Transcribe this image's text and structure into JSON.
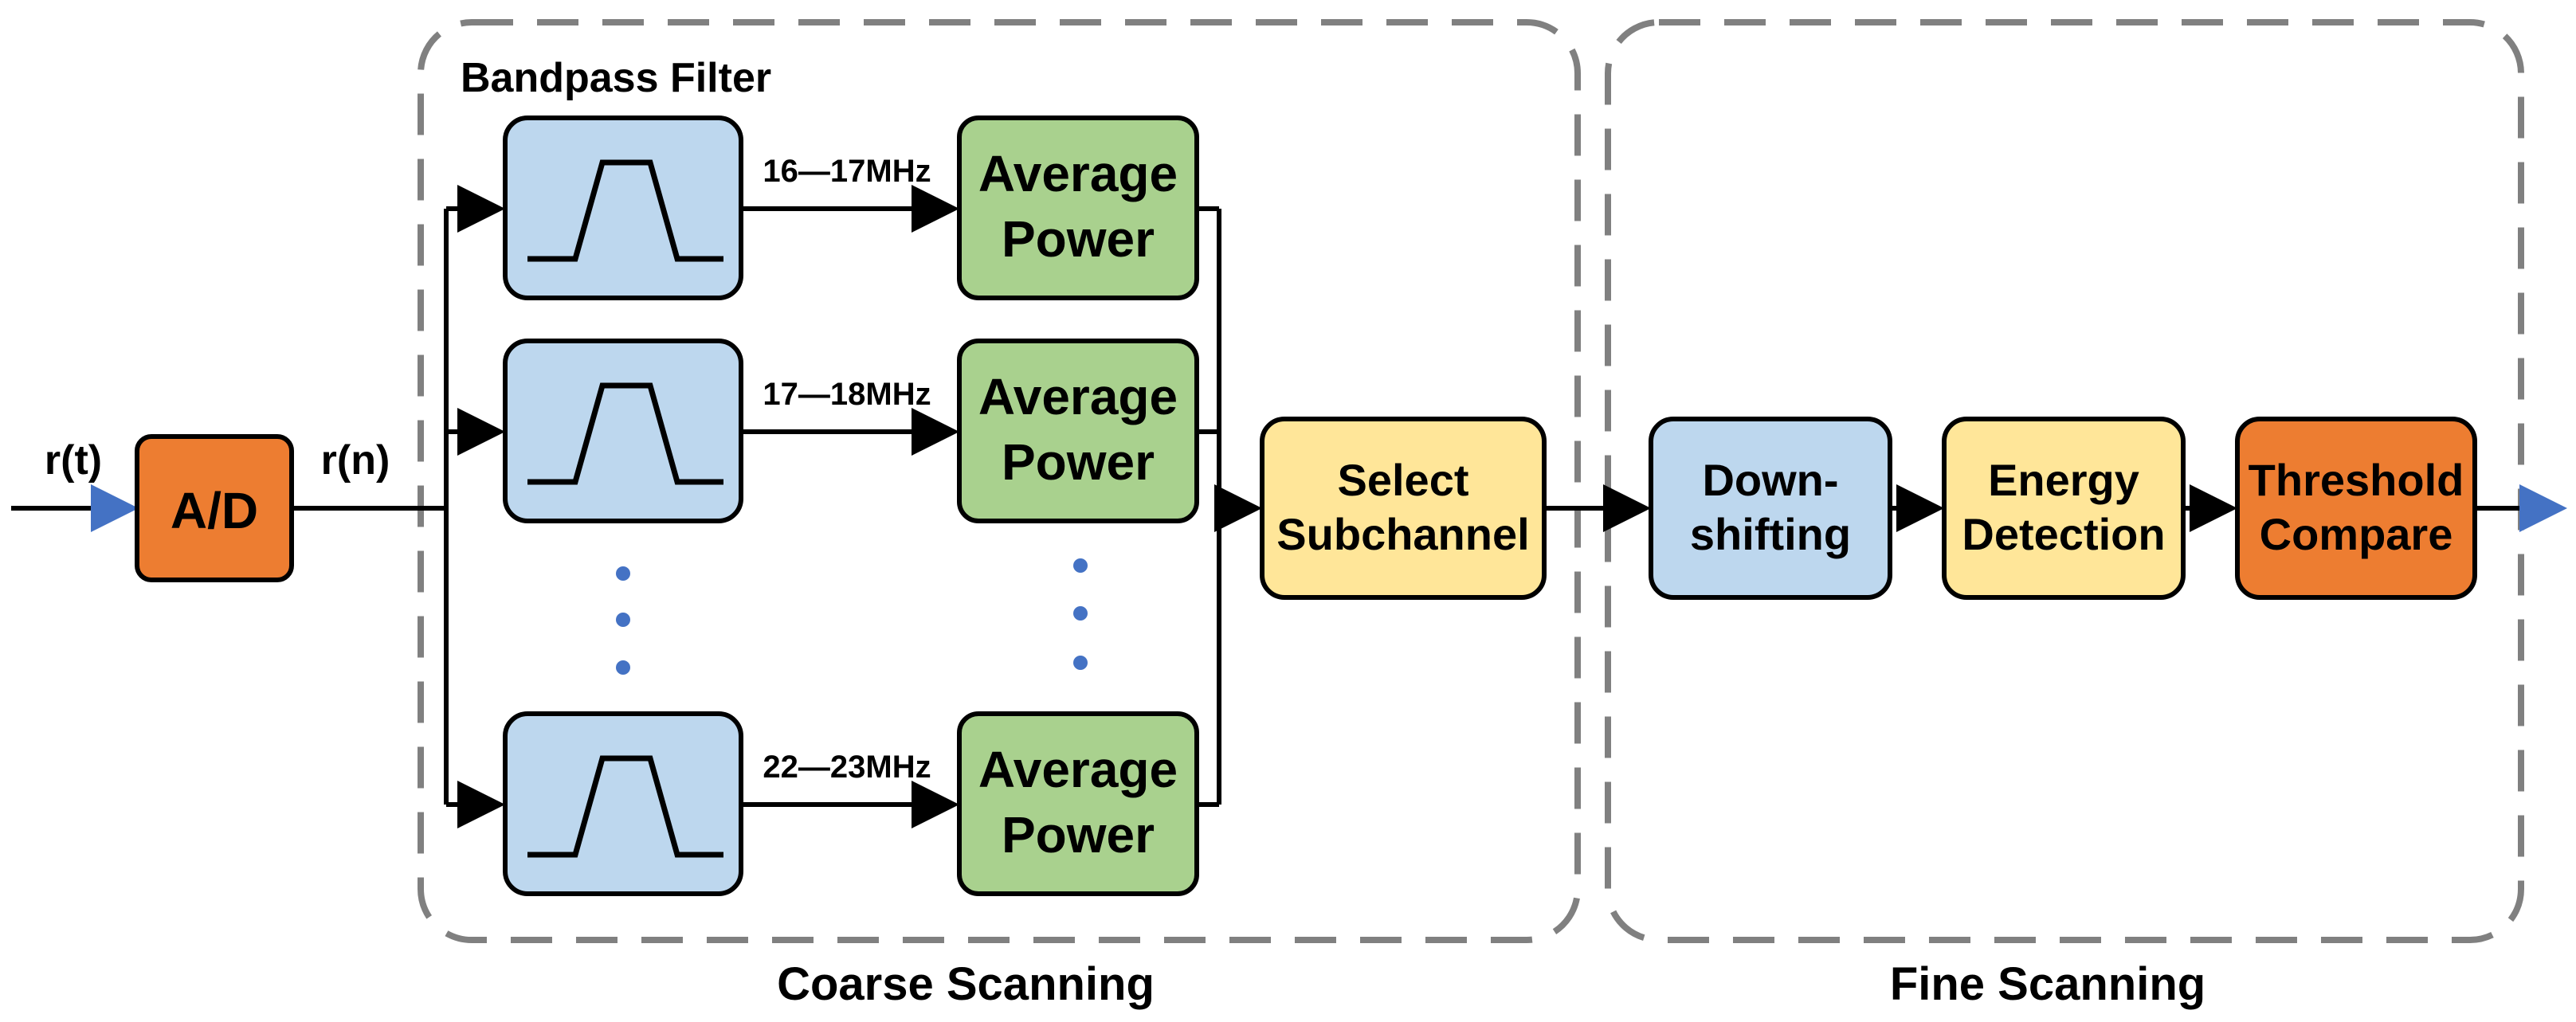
{
  "signals": {
    "input": "r(t)",
    "sampled": "r(n)"
  },
  "sections": {
    "bandpass_title": "Bandpass Filter",
    "coarse": "Coarse Scanning",
    "fine": "Fine Scanning"
  },
  "blocks": {
    "adc": "A/D",
    "average_power": {
      "line1": "Average",
      "line2": "Power"
    },
    "select_subchannel": {
      "line1": "Select",
      "line2": "Subchannel"
    },
    "downshifting": {
      "line1": "Down-",
      "line2": "shifting"
    },
    "energy_detection": {
      "line1": "Energy",
      "line2": "Detection"
    },
    "threshold_compare": {
      "line1": "Threshold",
      "line2": "Compare"
    }
  },
  "bands": [
    "16—17MHz",
    "17—18MHz",
    "22—23MHz"
  ],
  "colors": {
    "orange": "#ED7D31",
    "blue": "#BDD7EE",
    "green": "#A9D18E",
    "yellow": "#FFE699",
    "dots": "#4472C4",
    "dashed_border": "#808080"
  }
}
